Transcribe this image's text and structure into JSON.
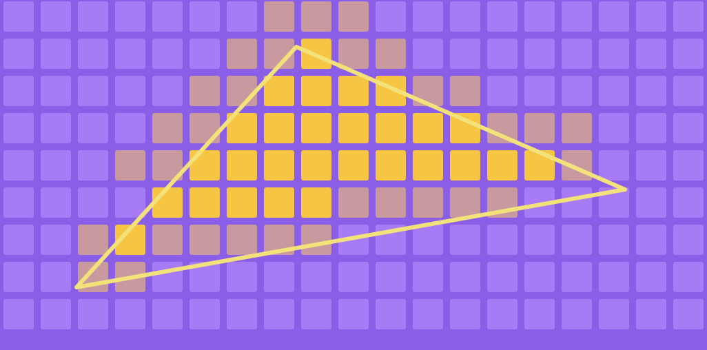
{
  "colors": {
    "background": "#8a5ee6",
    "pixel_off": "#a77bf6",
    "pixel_on": "#f6c544",
    "pixel_partial": "#c89aa0",
    "triangle_stroke": "#f3e27a"
  },
  "grid": {
    "columns": 19,
    "rows": 9,
    "filled_cells": [
      [
        8,
        1
      ],
      [
        7,
        2
      ],
      [
        8,
        2
      ],
      [
        9,
        2
      ],
      [
        10,
        2
      ],
      [
        6,
        3
      ],
      [
        7,
        3
      ],
      [
        8,
        3
      ],
      [
        9,
        3
      ],
      [
        10,
        3
      ],
      [
        11,
        3
      ],
      [
        12,
        3
      ],
      [
        5,
        4
      ],
      [
        6,
        4
      ],
      [
        7,
        4
      ],
      [
        8,
        4
      ],
      [
        9,
        4
      ],
      [
        10,
        4
      ],
      [
        11,
        4
      ],
      [
        12,
        4
      ],
      [
        13,
        4
      ],
      [
        14,
        4
      ],
      [
        4,
        5
      ],
      [
        5,
        5
      ],
      [
        6,
        5
      ],
      [
        7,
        5
      ],
      [
        8,
        5
      ],
      [
        3,
        6
      ]
    ],
    "partial_cells": [
      [
        7,
        0
      ],
      [
        8,
        0
      ],
      [
        9,
        0
      ],
      [
        6,
        1
      ],
      [
        7,
        1
      ],
      [
        9,
        1
      ],
      [
        10,
        1
      ],
      [
        5,
        2
      ],
      [
        6,
        2
      ],
      [
        11,
        2
      ],
      [
        12,
        2
      ],
      [
        4,
        3
      ],
      [
        5,
        3
      ],
      [
        13,
        3
      ],
      [
        14,
        3
      ],
      [
        15,
        3
      ],
      [
        3,
        4
      ],
      [
        4,
        4
      ],
      [
        15,
        4
      ],
      [
        9,
        5
      ],
      [
        10,
        5
      ],
      [
        11,
        5
      ],
      [
        12,
        5
      ],
      [
        13,
        5
      ],
      [
        2,
        6
      ],
      [
        4,
        6
      ],
      [
        5,
        6
      ],
      [
        6,
        6
      ],
      [
        7,
        6
      ],
      [
        8,
        6
      ],
      [
        2,
        7
      ],
      [
        3,
        7
      ]
    ]
  }
}
